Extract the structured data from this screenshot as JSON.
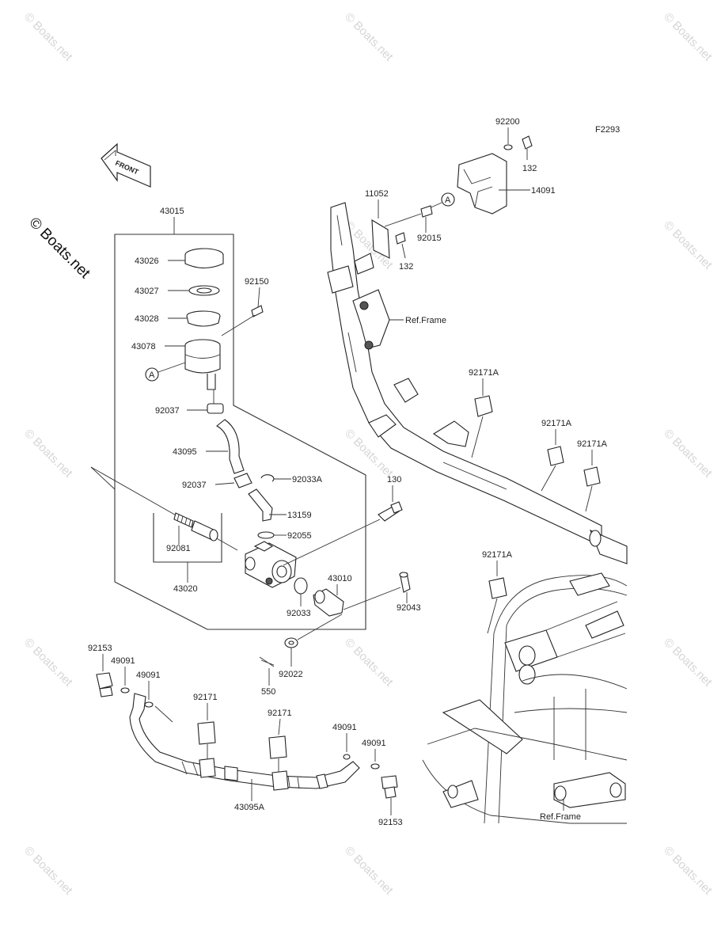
{
  "diagram_code": "F2293",
  "front_arrow_label": "FRONT",
  "watermark": "© Boats.net",
  "callout_letter": "A",
  "ref_frame_label": "Ref.Frame",
  "parts": {
    "p43015": "43015",
    "p43026": "43026",
    "p43027": "43027",
    "p43028": "43028",
    "p43078": "43078",
    "p92150": "92150",
    "p92037a": "92037",
    "p43095": "43095",
    "p92037b": "92037",
    "p92033A": "92033A",
    "p13159": "13159",
    "p92055": "92055",
    "p92081": "92081",
    "p43020": "43020",
    "p130": "130",
    "p43010": "43010",
    "p92033": "92033",
    "p92043": "92043",
    "p92022": "92022",
    "p550": "550",
    "p92200": "92200",
    "p132a": "132",
    "p14091": "14091",
    "p11052": "11052",
    "p92015": "92015",
    "p132b": "132",
    "p92171A_1": "92171A",
    "p92171A_2": "92171A",
    "p92171A_3": "92171A",
    "p92171A_4": "92171A",
    "p92153a": "92153",
    "p49091a": "49091",
    "p49091b": "49091",
    "p92171a": "92171",
    "p92171b": "92171",
    "p49091c": "49091",
    "p49091d": "49091",
    "p43095A": "43095A",
    "p92153b": "92153"
  }
}
